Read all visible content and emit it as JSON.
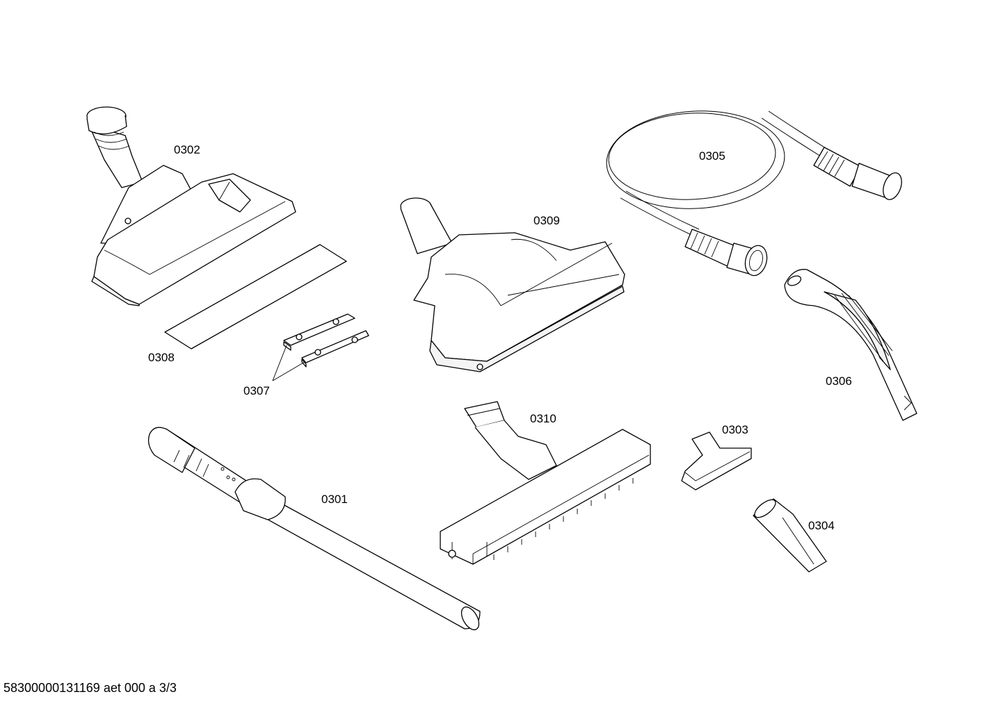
{
  "labels": {
    "p0301": "0301",
    "p0302": "0302",
    "p0303": "0303",
    "p0304": "0304",
    "p0305": "0305",
    "p0306": "0306",
    "p0307": "0307",
    "p0308": "0308",
    "p0309": "0309",
    "p0310": "0310"
  },
  "footer": "58300000131169 aet 000 a 3/3"
}
